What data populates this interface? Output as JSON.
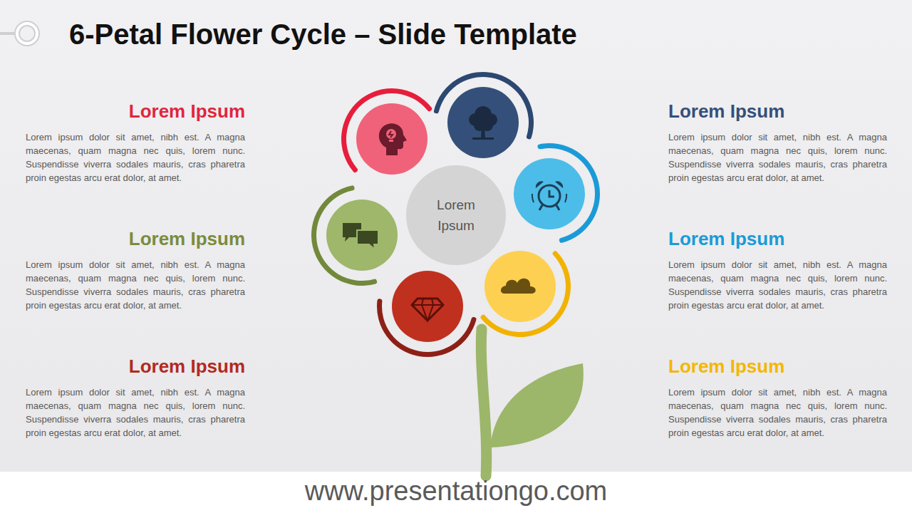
{
  "diagram": {
    "title": "6-Petal Flower Cycle – Slide Template",
    "nodes": [
      {
        "text": [
          "Lorem Ipsum",
          "Lorem ipsum dolor sit amet, nibh est. A magna maecenas, quam magna nec quis, lorem nunc. Suspendisse viverra sodales mauris, cras pharetra proin egestas arcu erat dolor, at amet."
        ]
      },
      {
        "text": [
          "Lorem Ipsum",
          "Lorem ipsum dolor sit amet, nibh est. A magna maecenas, quam magna nec quis, lorem nunc. Suspendisse viverra sodales mauris, cras pharetra proin egestas arcu erat dolor, at amet."
        ]
      },
      {
        "text": [
          "Lorem Ipsum",
          "Lorem ipsum dolor sit amet, nibh est. A magna maecenas, quam magna nec quis, lorem nunc. Suspendisse viverra sodales mauris, cras pharetra proin egestas arcu erat dolor, at amet."
        ]
      },
      {
        "text": [
          "Lorem Ipsum"
        ]
      },
      {
        "text": [
          "Lorem Ipsum",
          "Lorem ipsum dolor sit amet, nibh est. A magna maecenas, quam magna nec quis, lorem nunc. Suspendisse viverra sodales mauris, cras pharetra proin egestas arcu erat dolor, at amet."
        ]
      },
      {
        "text": [
          "Lorem Ipsum",
          "Lorem ipsum dolor sit amet, nibh est. A magna maecenas, quam magna nec quis, lorem nunc. Suspendisse viverra sodales mauris, cras pharetra proin egestas arcu erat dolor, at amet."
        ]
      },
      {
        "text": [
          "Lorem Ipsum",
          "Lorem ipsum dolor sit amet, nibh est. A magna maecenas, quam magna nec quis, lorem nunc. Suspendisse viverra sodales mauris, cras pharetra proin egestas arcu erat dolor, at amet."
        ]
      }
    ],
    "labels": [
      "www.presentationgo.com"
    ]
  }
}
